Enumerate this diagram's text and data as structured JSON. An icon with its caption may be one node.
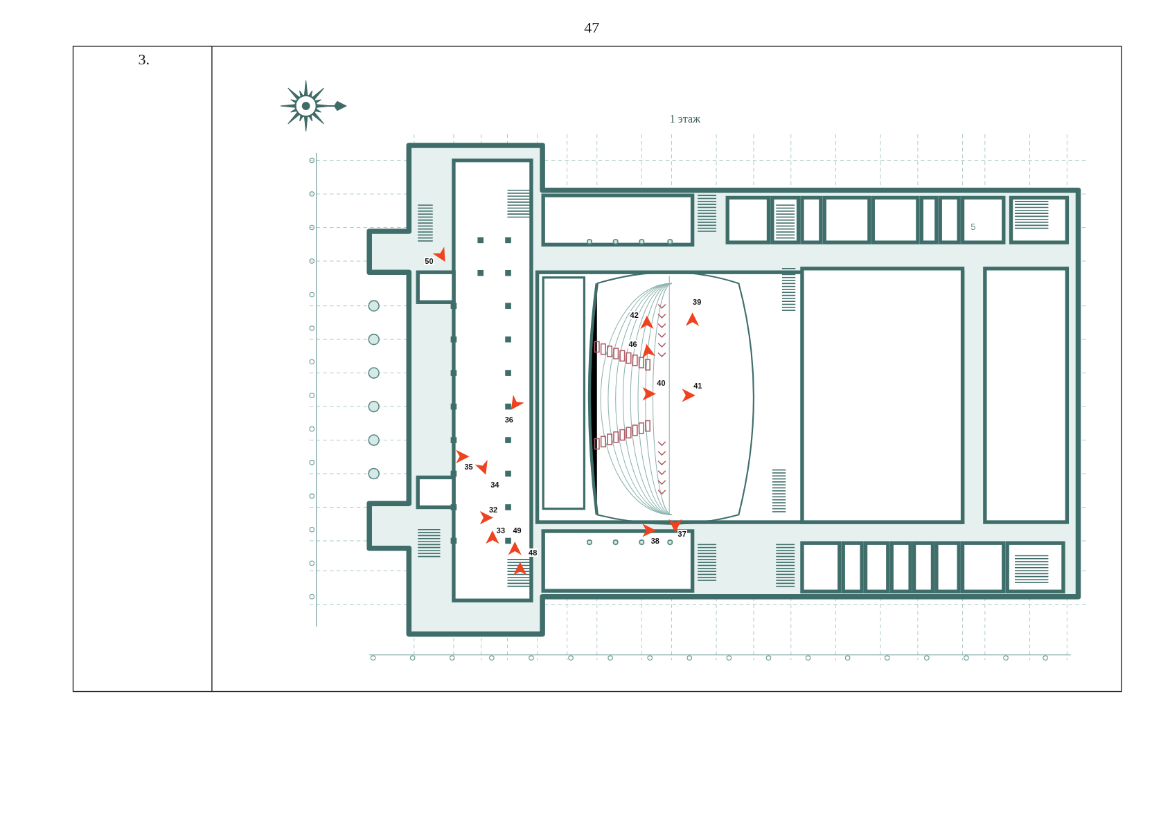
{
  "diagram": {
    "title": "1 этаж",
    "labels": [
      "47",
      "3.",
      "50",
      "36",
      "35",
      "34",
      "32",
      "33",
      "49",
      "48",
      "42",
      "39",
      "46",
      "40",
      "41",
      "38",
      "37",
      "5"
    ]
  }
}
